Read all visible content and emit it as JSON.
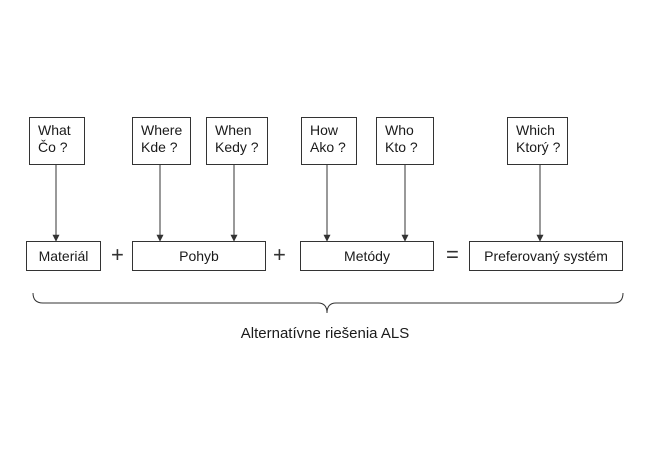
{
  "questions": [
    {
      "en": "What",
      "sk": "Čo ?"
    },
    {
      "en": "Where",
      "sk": "Kde ?"
    },
    {
      "en": "When",
      "sk": "Kedy ?"
    },
    {
      "en": "How",
      "sk": "Ako ?"
    },
    {
      "en": "Who",
      "sk": "Kto ?"
    },
    {
      "en": "Which",
      "sk": "Ktorý ?"
    }
  ],
  "components": [
    "Materiál",
    "Pohyb",
    "Metódy",
    "Preferovaný systém"
  ],
  "operators": [
    "+",
    "+",
    "="
  ],
  "caption": "Alternatívne riešenia ALS"
}
